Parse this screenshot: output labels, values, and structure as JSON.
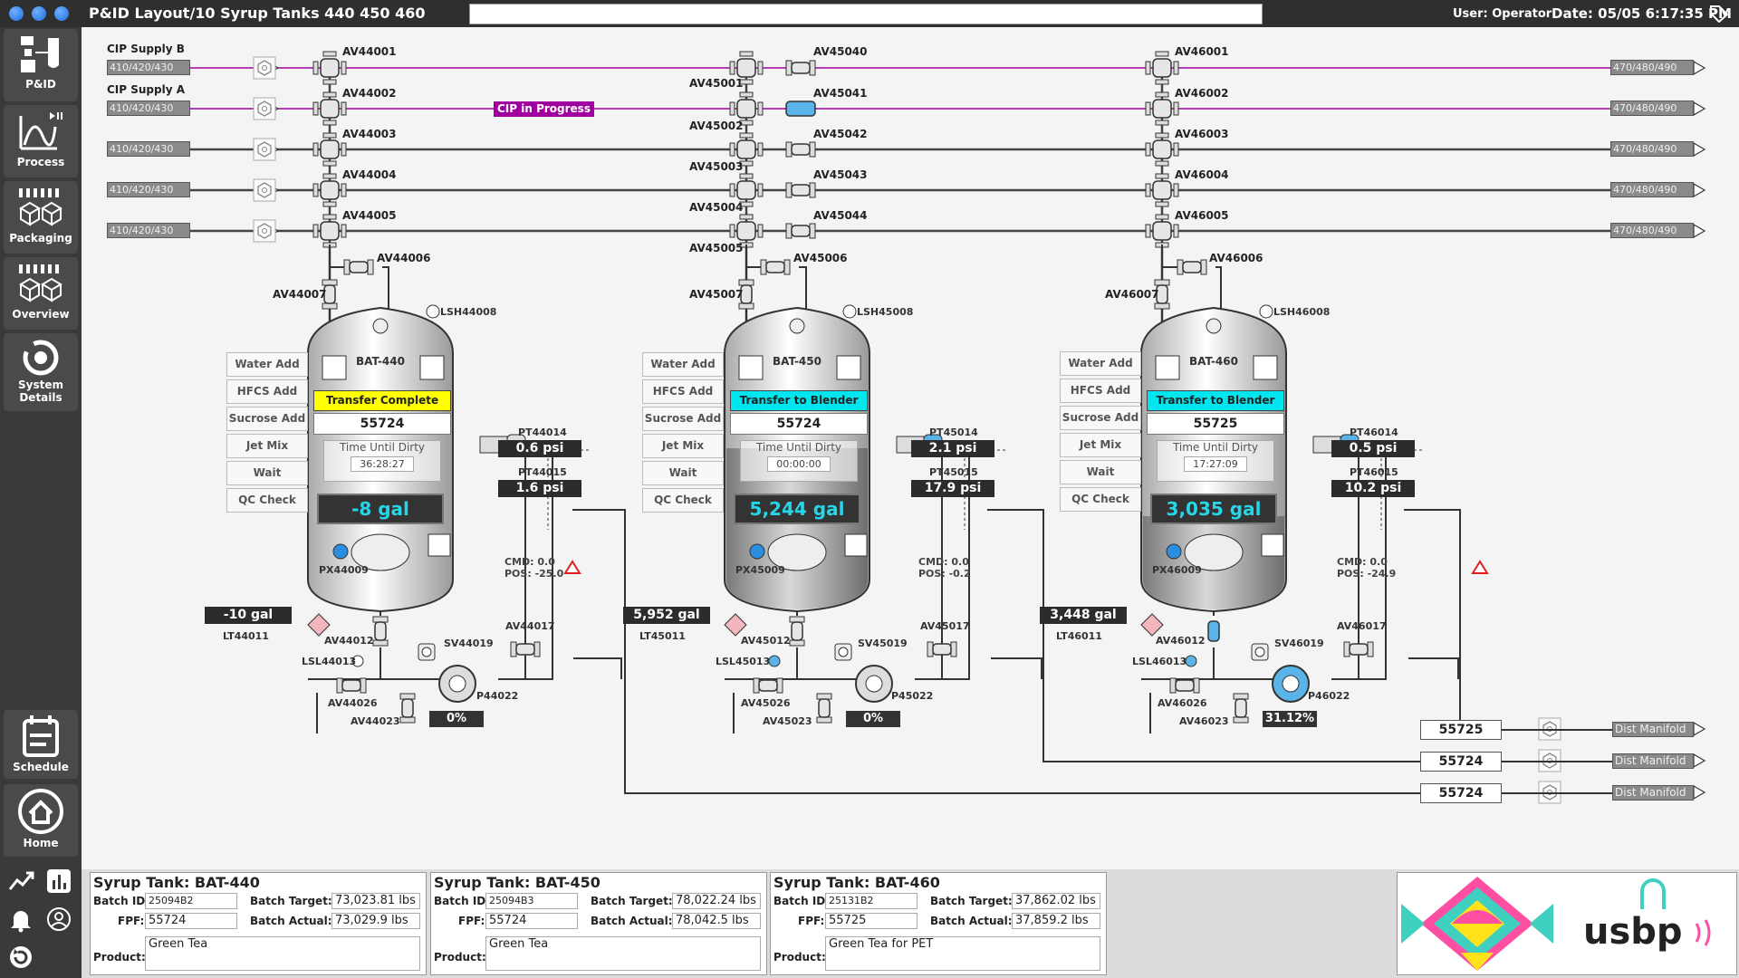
{
  "header": {
    "title": "P&ID Layout/10 Syrup Tanks 440 450 460",
    "user": "User: Operator",
    "date": "Date: 05/05 6:17:35 PM"
  },
  "sidebar": {
    "items": [
      {
        "label": "P&ID",
        "icon": "pid-icon"
      },
      {
        "label": "Process",
        "icon": "process-chart-icon"
      },
      {
        "label": "Packaging",
        "icon": "packaging-icon"
      },
      {
        "label": "Overview",
        "icon": "overview-icon"
      },
      {
        "label": "System Details",
        "icon": "system-details-icon"
      },
      {
        "label": "Schedule",
        "icon": "schedule-icon"
      },
      {
        "label": "Home",
        "icon": "home-icon"
      }
    ]
  },
  "sources": {
    "cip_b_label": "CIP Supply B",
    "cip_a_label": "CIP Supply A",
    "left_lines": [
      "410/420/430",
      "410/420/430",
      "410/420/430",
      "410/420/430",
      "410/420/430"
    ],
    "right_lines": [
      "470/480/490",
      "470/480/490",
      "470/480/490",
      "470/480/490",
      "470/480/490"
    ],
    "cip_status": "CIP in Progress",
    "cip_color": "#a000a0"
  },
  "valves": {
    "t440": [
      "AV44001",
      "AV44002",
      "AV44003",
      "AV44004",
      "AV44005",
      "AV44006",
      "AV44007"
    ],
    "t450": [
      "AV45040",
      "AV45041",
      "AV45042",
      "AV45043",
      "AV45044",
      "AV45001",
      "AV45002",
      "AV45003",
      "AV45004",
      "AV45005",
      "AV45006",
      "AV45007"
    ],
    "t460": [
      "AV46001",
      "AV46002",
      "AV46003",
      "AV46004",
      "AV46005",
      "AV46006",
      "AV46007"
    ]
  },
  "steps": [
    "Water Add",
    "HFCS Add",
    "Sucrose Add",
    "Jet Mix",
    "Wait",
    "QC Check"
  ],
  "tanks": [
    {
      "name": "BAT-440",
      "status": "Transfer Complete",
      "status_color": "#ffff00",
      "batch": "55724",
      "tud_label": "Time Until Dirty",
      "tud": "36:28:27",
      "volume": "-8 gal",
      "level_pct": 0,
      "lsh": "LSH44008",
      "pt14_tag": "PT44014",
      "pt14": "0.6 psi",
      "pt15_tag": "PT44015",
      "pt15": "1.6 psi",
      "px": "PX44009",
      "cmd": "CMD: 0.0",
      "pos": "POS: -25.0",
      "lt_value": "-10 gal",
      "lt_tag": "LT44011",
      "av12": "AV44012",
      "lsl": "LSL44013",
      "av26": "AV44026",
      "av23": "AV44023",
      "sv": "SV44019",
      "pump": "P44022",
      "pump_speed": "0%",
      "av17": "AV44017"
    },
    {
      "name": "BAT-450",
      "status": "Transfer to Blender",
      "status_color": "#00e5ee",
      "batch": "55724",
      "tud_label": "Time Until Dirty",
      "tud": "00:00:00",
      "volume": "5,244 gal",
      "level_pct": 62,
      "lsh": "LSH45008",
      "pt14_tag": "PT45014",
      "pt14": "2.1 psi",
      "pt15_tag": "PT45015",
      "pt15": "17.9 psi",
      "px": "PX45009",
      "cmd": "CMD: 0.0",
      "pos": "POS: -0.2",
      "lt_value": "5,952 gal",
      "lt_tag": "LT45011",
      "av12": "AV45012",
      "lsl": "LSL45013",
      "av26": "AV45026",
      "av23": "AV45023",
      "sv": "SV45019",
      "pump": "P45022",
      "pump_speed": "0%",
      "av17": "AV45017"
    },
    {
      "name": "BAT-460",
      "status": "Transfer to Blender",
      "status_color": "#00e5ee",
      "batch": "55725",
      "tud_label": "Time Until Dirty",
      "tud": "17:27:09",
      "volume": "3,035 gal",
      "level_pct": 42,
      "lsh": "LSH46008",
      "pt14_tag": "PT46014",
      "pt14": "0.5 psi",
      "pt15_tag": "PT46015",
      "pt15": "10.2 psi",
      "px": "PX46009",
      "cmd": "CMD: 0.0",
      "pos": "POS: -24.9",
      "lt_value": "3,448 gal",
      "lt_tag": "LT46011",
      "av12": "AV46012",
      "lsl": "LSL46013",
      "av26": "AV46026",
      "av23": "AV46023",
      "sv": "SV46019",
      "pump": "P46022",
      "pump_speed": "31.12%",
      "av17": "AV46017"
    }
  ],
  "dist": [
    {
      "batch": "55725",
      "label": "Dist Manifold"
    },
    {
      "batch": "55724",
      "label": "Dist Manifold"
    },
    {
      "batch": "55724",
      "label": "Dist Manifold"
    }
  ],
  "panels": [
    {
      "title": "Syrup Tank: BAT-440",
      "batch_id_label": "Batch ID:",
      "batch_id": "25094B2",
      "fpf_label": "FPF:",
      "fpf": "55724",
      "target_label": "Batch Target:",
      "target": "73,023.81 lbs",
      "actual_label": "Batch Actual:",
      "actual": "73,029.9 lbs",
      "product_label": "Product:",
      "product": "Green Tea"
    },
    {
      "title": "Syrup Tank: BAT-450",
      "batch_id_label": "Batch ID:",
      "batch_id": "25094B3",
      "fpf_label": "FPF:",
      "fpf": "55724",
      "target_label": "Batch Target:",
      "target": "78,022.24 lbs",
      "actual_label": "Batch Actual:",
      "actual": "78,042.5 lbs",
      "product_label": "Product:",
      "product": "Green Tea"
    },
    {
      "title": "Syrup Tank: BAT-460",
      "batch_id_label": "Batch ID:",
      "batch_id": "25131B2",
      "fpf_label": "FPF:",
      "fpf": "55725",
      "target_label": "Batch Target:",
      "target": "37,862.02 lbs",
      "actual_label": "Batch Actual:",
      "actual": "37,859.2 lbs",
      "product_label": "Product:",
      "product": "Green Tea for PET"
    }
  ],
  "logo_text": "usbp",
  "colors": {
    "active_blue": "#5ab4e8",
    "alarm_red": "#e02020",
    "cip_purple": "#a000a0"
  }
}
